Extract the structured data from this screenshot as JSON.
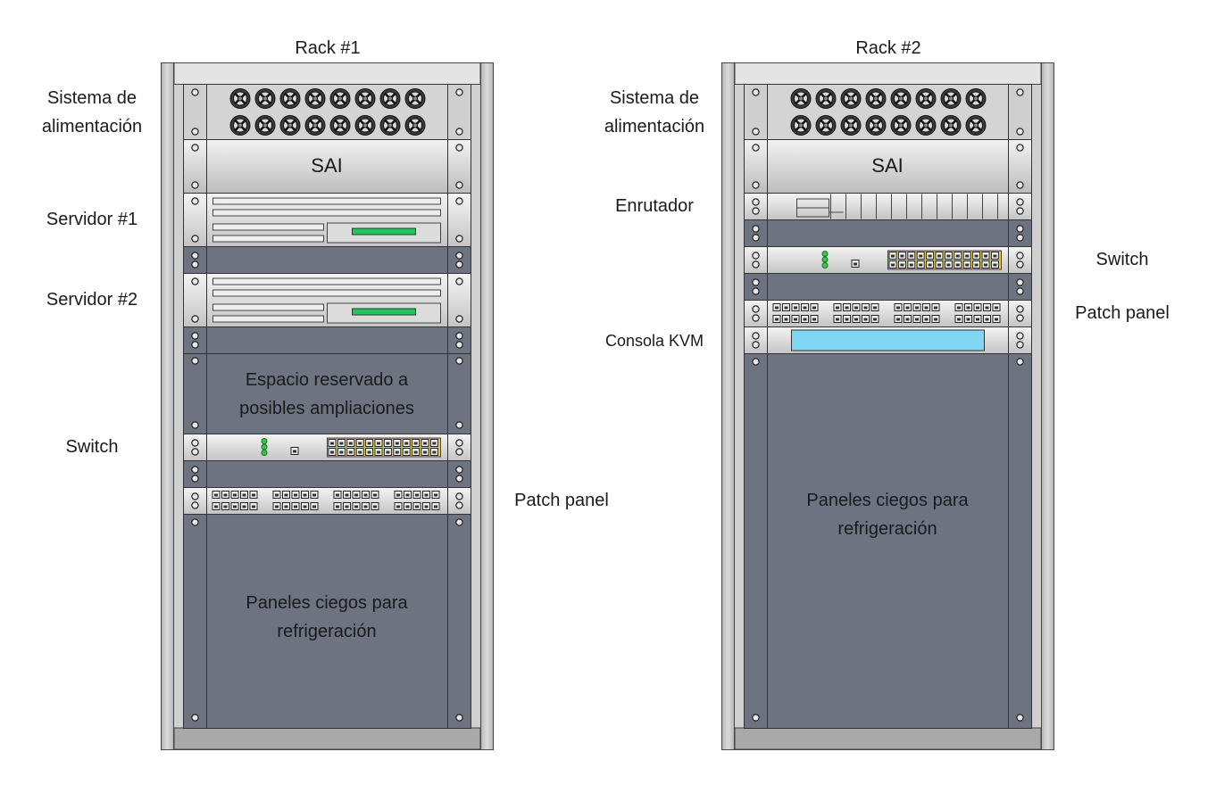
{
  "rack1": {
    "title": "Rack #1",
    "power_label_line1": "Sistema de",
    "power_label_line2": "alimentación",
    "ups_text": "SAI",
    "server1_label": "Servidor #1",
    "server2_label": "Servidor #2",
    "reserved_line1": "Espacio reservado a",
    "reserved_line2": "posibles ampliaciones",
    "switch_label": "Switch",
    "patch_label": "Patch panel",
    "blank_line1": "Paneles ciegos para",
    "blank_line2": "refrigeración"
  },
  "rack2": {
    "title": "Rack #2",
    "power_label_line1": "Sistema de",
    "power_label_line2": "alimentación",
    "ups_text": "SAI",
    "router_label": "Enrutador",
    "switch_label": "Switch",
    "patch_label": "Patch panel",
    "kvm_label": "Consola KVM",
    "blank_line1": "Paneles ciegos para",
    "blank_line2": "refrigeración"
  },
  "colors": {
    "rack_frame": "#c8c8c8",
    "blank_panel": "#6e7382",
    "led_green": "#33cc44",
    "kvm_screen": "#7fd6f5",
    "server_bar_green": "#22c55e"
  }
}
